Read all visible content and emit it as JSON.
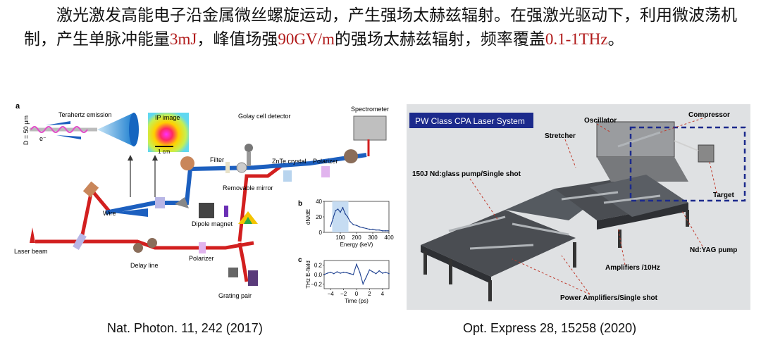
{
  "paragraph": {
    "s1": "激光激发高能电子沿金属微丝螺旋运动，产生强场太赫兹辐射。在强激光驱动下，利用微波荡机制，产生单脉冲能量",
    "v_energy": "3mJ",
    "s2": "，峰值场强",
    "v_field": "90GV/m",
    "s3": "的强场太赫兹辐射，频率覆盖",
    "v_freq": "0.1-1THz",
    "s4": "。"
  },
  "colors": {
    "highlight": "#b01818",
    "laser_red": "#d21f1f",
    "thz_blue": "#1c5fbf",
    "panel_bg": "#dfe1e3",
    "title_bar": "#1c2a8c"
  },
  "left_figure": {
    "panel_a": "a",
    "d_label": "D = 50 μm",
    "e_label": "e⁻",
    "terahertz_emission": "Terahertz emission",
    "ip_image": "IP image",
    "scale_bar": "1 cm",
    "golay": "Golay cell detector",
    "spectrometer": "Spectrometer",
    "filter": "Filter",
    "znte": "ZnTe crystal",
    "polarizer_top": "Polarizer",
    "removable_mirror": "Removable mirror",
    "wire": "Wire",
    "dipole_magnet": "Dipole magnet",
    "laser_beam": "Laser beam",
    "delay_line": "Delay line",
    "polarizer_bottom": "Polarizer",
    "grating_pair": "Grating pair",
    "caption": "Nat. Photon. 11, 242 (2017)"
  },
  "chart_data": [
    {
      "panel": "b",
      "type": "area",
      "ylabel": "dN/dE",
      "xlabel": "Energy (keV)",
      "xlim": [
        0,
        400
      ],
      "ylim": [
        0,
        40
      ],
      "xticks": [
        "100",
        "200",
        "300",
        "400"
      ],
      "yticks": [
        "0",
        "20",
        "40"
      ],
      "x": [
        40,
        55,
        70,
        85,
        100,
        115,
        130,
        145,
        160,
        180,
        200,
        220,
        240,
        260,
        280,
        300,
        320,
        340,
        360,
        380,
        395
      ],
      "values": [
        8,
        18,
        28,
        30,
        26,
        32,
        24,
        20,
        14,
        10,
        9,
        7,
        6,
        5,
        4,
        4,
        3,
        3,
        2,
        2,
        2
      ],
      "shaded_range": [
        50,
        150
      ]
    },
    {
      "panel": "c",
      "type": "line",
      "ylabel": "THz E-field",
      "xlabel": "Time (ps)",
      "xlim": [
        -5,
        5
      ],
      "ylim": [
        -0.3,
        0.3
      ],
      "xticks": [
        "−4",
        "−2",
        "0",
        "2",
        "4"
      ],
      "yticks": [
        "0.2",
        "0.0",
        "−0.2"
      ],
      "x": [
        -5,
        -4.5,
        -4,
        -3.5,
        -3,
        -2.5,
        -2,
        -1.5,
        -1,
        -0.5,
        0,
        0.5,
        1,
        1.5,
        2,
        2.5,
        3,
        3.5,
        4,
        4.5,
        5
      ],
      "values": [
        0.0,
        0.03,
        0.05,
        0.02,
        0.06,
        0.03,
        0.05,
        0.04,
        0.02,
        0.0,
        0.22,
        0.05,
        -0.2,
        -0.05,
        0.1,
        0.06,
        0.02,
        0.08,
        0.03,
        0.05,
        0.02
      ]
    }
  ],
  "right_figure": {
    "title": "PW Class CPA Laser System",
    "oscillator": "Oscillator",
    "compressor": "Compressor",
    "stretcher": "Stretcher",
    "glass_pump": "150J Nd:glass pump/Single shot",
    "target": "Target",
    "yag_pump": "Nd:YAG pump",
    "amplifiers": "Amplifiers /10Hz",
    "power_amplifiers": "Power Amplifiers/Single shot",
    "caption": "Opt. Express 28, 15258 (2020)"
  }
}
